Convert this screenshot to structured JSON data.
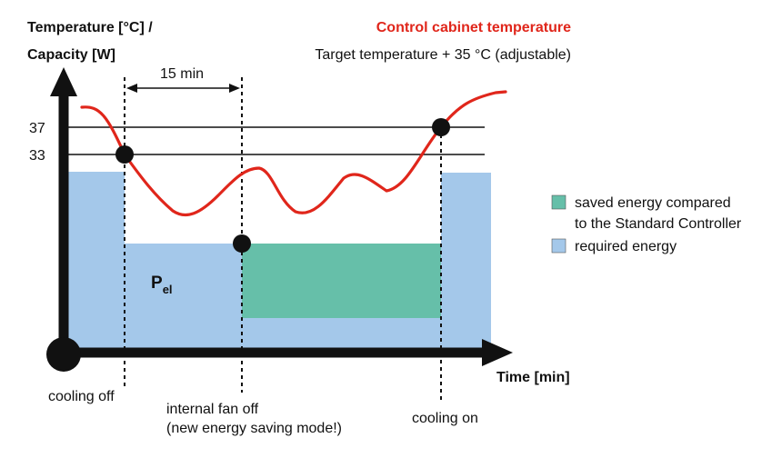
{
  "axes": {
    "y_label_line1": "Temperature [°C] /",
    "y_label_line2": "Capacity [W]",
    "x_label": "Time [min]",
    "y_ticks": [
      "37",
      "33"
    ]
  },
  "header": {
    "title": "Control cabinet temperature",
    "subtitle": "Target temperature + 35 °C (adjustable)"
  },
  "interval": {
    "label": "15 min"
  },
  "areas": {
    "pel_main": "P",
    "pel_sub": "el"
  },
  "legend": [
    {
      "label_line1": "saved energy compared",
      "label_line2": "to the Standard Controller",
      "color": "#66bfa9"
    },
    {
      "label_line1": "required energy",
      "label_line2": "",
      "color": "#a4c8ea"
    }
  ],
  "events": {
    "cooling_off": "cooling off",
    "fan_off_line1": "internal fan off",
    "fan_off_line2": "(new energy saving mode!)",
    "cooling_on": "cooling on"
  },
  "colors": {
    "temperature_curve": "#e0261b",
    "title": "#e0261b",
    "required_energy": "#a4c8ea",
    "saved_energy": "#66bfa9"
  }
}
